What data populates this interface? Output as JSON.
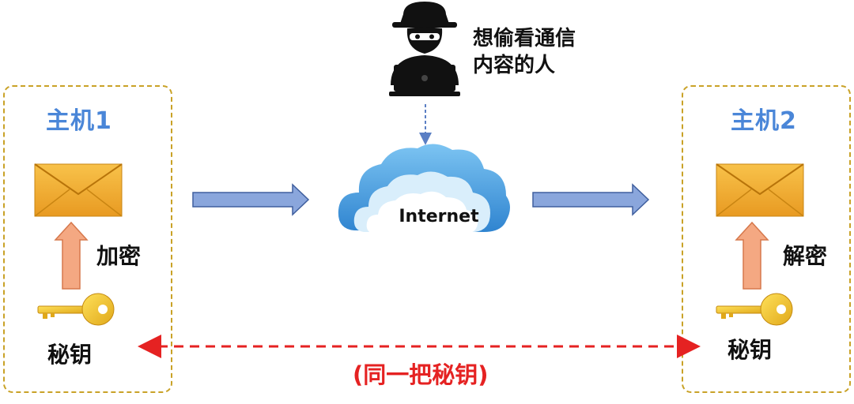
{
  "hosts": {
    "host1": {
      "title": "主机1",
      "action": "加密",
      "key_label": "秘钥"
    },
    "host2": {
      "title": "主机2",
      "action": "解密",
      "key_label": "秘钥"
    }
  },
  "network": {
    "label": "Internet"
  },
  "attacker": {
    "line1": "想偷看通信",
    "line2": "内容的人",
    "icon": "hacker-icon"
  },
  "shared_key_note": "(同一把秘钥)",
  "colors": {
    "host_title": "#4a86d8",
    "box_border": "#c9a227",
    "flow_arrow": "#8aa6dc",
    "up_arrow": "#f4a882",
    "dashed_link": "#e52222",
    "envelope": "#f2b134",
    "key": "#f2c22c",
    "cloud": "#5aa8e6"
  }
}
